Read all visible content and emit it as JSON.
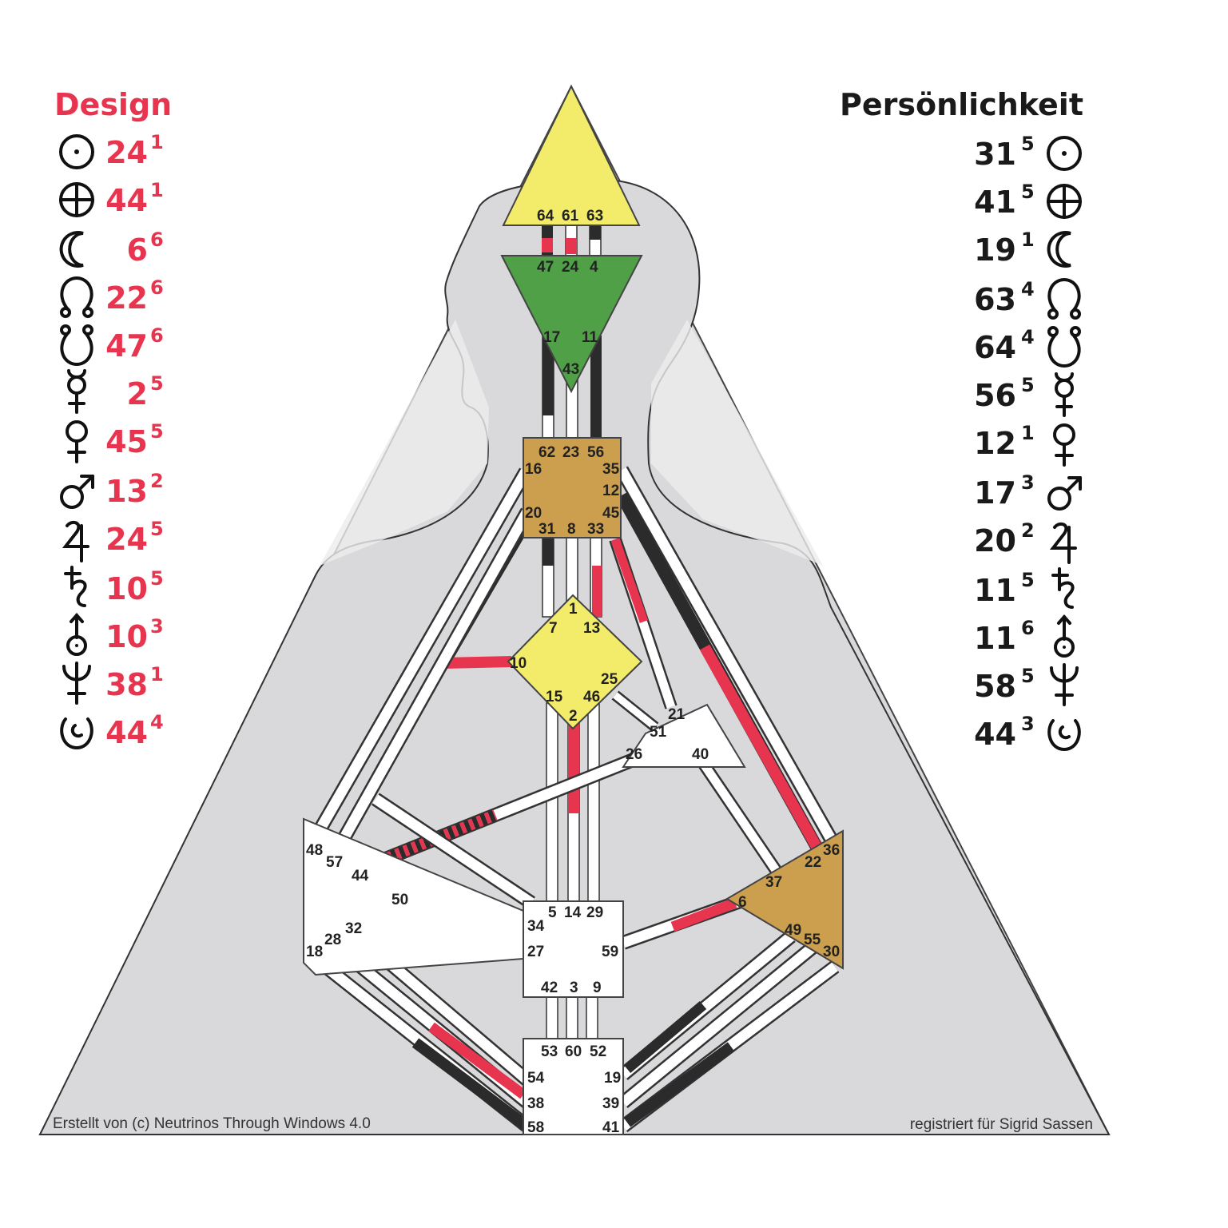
{
  "design": {
    "title": "Design",
    "color": "#e8354f",
    "activations": [
      {
        "planet": "sun-icon",
        "gate": "24",
        "line": "1"
      },
      {
        "planet": "earth-icon",
        "gate": "44",
        "line": "1"
      },
      {
        "planet": "moon-icon",
        "gate": "6",
        "line": "6"
      },
      {
        "planet": "north-node-icon",
        "gate": "22",
        "line": "6"
      },
      {
        "planet": "south-node-icon",
        "gate": "47",
        "line": "6"
      },
      {
        "planet": "mercury-icon",
        "gate": "2",
        "line": "5"
      },
      {
        "planet": "venus-icon",
        "gate": "45",
        "line": "5"
      },
      {
        "planet": "mars-icon",
        "gate": "13",
        "line": "2"
      },
      {
        "planet": "jupiter-icon",
        "gate": "24",
        "line": "5"
      },
      {
        "planet": "saturn-icon",
        "gate": "10",
        "line": "5"
      },
      {
        "planet": "uranus-icon",
        "gate": "10",
        "line": "3"
      },
      {
        "planet": "neptune-icon",
        "gate": "38",
        "line": "1"
      },
      {
        "planet": "pluto-icon",
        "gate": "44",
        "line": "4"
      }
    ]
  },
  "personality": {
    "title": "Persönlichkeit",
    "color": "#1a1a1a",
    "activations": [
      {
        "planet": "sun-icon",
        "gate": "31",
        "line": "5"
      },
      {
        "planet": "earth-icon",
        "gate": "41",
        "line": "5"
      },
      {
        "planet": "moon-icon",
        "gate": "19",
        "line": "1"
      },
      {
        "planet": "north-node-icon",
        "gate": "63",
        "line": "4"
      },
      {
        "planet": "south-node-icon",
        "gate": "64",
        "line": "4"
      },
      {
        "planet": "mercury-icon",
        "gate": "56",
        "line": "5"
      },
      {
        "planet": "venus-icon",
        "gate": "12",
        "line": "1"
      },
      {
        "planet": "mars-icon",
        "gate": "17",
        "line": "3"
      },
      {
        "planet": "jupiter-icon",
        "gate": "20",
        "line": "2"
      },
      {
        "planet": "saturn-icon",
        "gate": "11",
        "line": "5"
      },
      {
        "planet": "uranus-icon",
        "gate": "11",
        "line": "6"
      },
      {
        "planet": "neptune-icon",
        "gate": "58",
        "line": "5"
      },
      {
        "planet": "pluto-icon",
        "gate": "44",
        "line": "3"
      }
    ]
  },
  "colors": {
    "background_triangle": "#d9d9dc",
    "body_silhouette": "#d9d9dc",
    "head_center": "#f2ec6a",
    "ajna_center": "#4fa047",
    "defined_center": "#cc9f4f",
    "g_center": "#f2ec6a",
    "undefined_center": "#ffffff",
    "personality_activation": "#2b2b2b",
    "design_activation": "#e8354f"
  },
  "gates": {
    "head": [
      "64",
      "61",
      "63"
    ],
    "ajna": [
      "47",
      "24",
      "4",
      "17",
      "11",
      "43"
    ],
    "throat": [
      "62",
      "23",
      "56",
      "16",
      "35",
      "12",
      "20",
      "45",
      "31",
      "8",
      "33"
    ],
    "g": [
      "1",
      "7",
      "13",
      "10",
      "25",
      "15",
      "46",
      "2"
    ],
    "ego": [
      "21",
      "51",
      "26",
      "40"
    ],
    "spleen": [
      "48",
      "57",
      "44",
      "50",
      "32",
      "28",
      "18"
    ],
    "sacral": [
      "5",
      "14",
      "29",
      "34",
      "27",
      "59",
      "42",
      "3",
      "9"
    ],
    "solar_plexus": [
      "36",
      "22",
      "37",
      "6",
      "49",
      "55",
      "30"
    ],
    "root": [
      "53",
      "60",
      "52",
      "54",
      "19",
      "38",
      "39",
      "58",
      "41"
    ]
  },
  "footer": {
    "left": "Erstellt von (c) Neutrinos Through Windows 4.0",
    "right": "registriert für Sigrid Sassen"
  }
}
